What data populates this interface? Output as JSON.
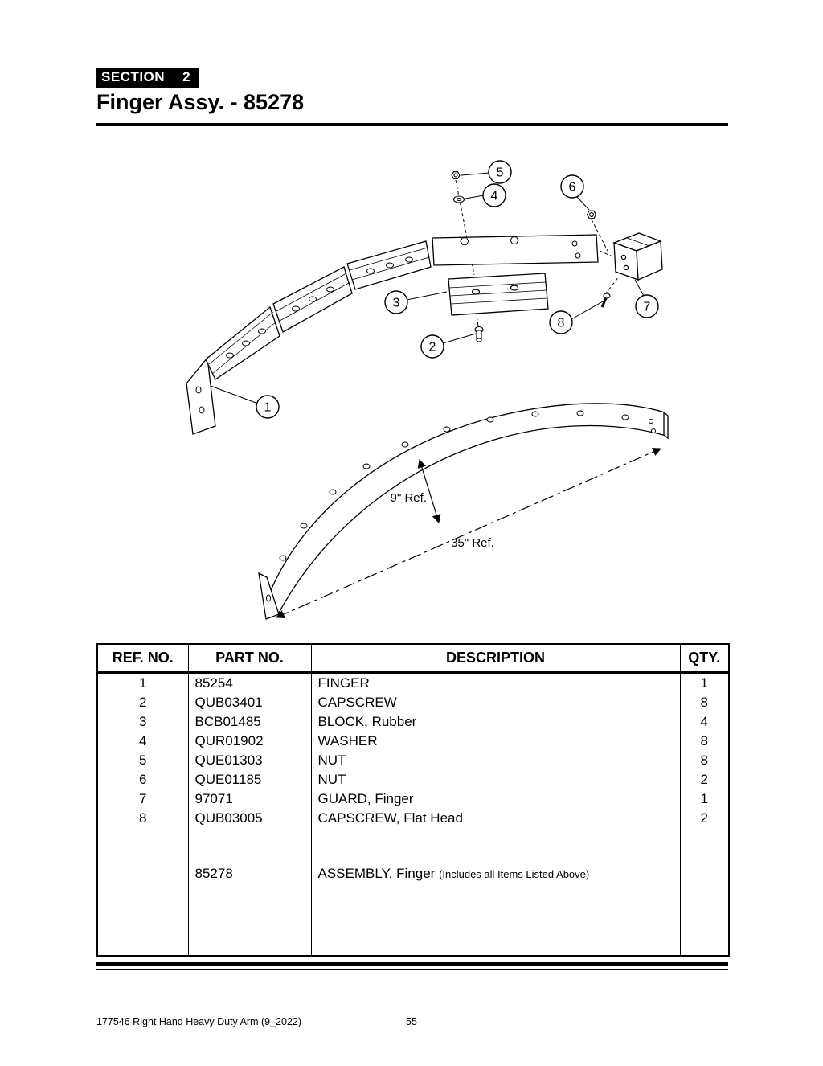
{
  "page": {
    "section_label": "SECTION",
    "section_number": "2",
    "title": "Finger Assy. - 85278",
    "footer_doc": "177546 Right Hand Heavy Duty Arm (9_2022)",
    "footer_page": "55"
  },
  "diagram": {
    "callouts": [
      "1",
      "2",
      "3",
      "4",
      "5",
      "6",
      "7",
      "8"
    ],
    "ref_small": "9\" Ref.",
    "ref_large": "35\" Ref."
  },
  "table": {
    "headers": [
      "REF. NO.",
      "PART NO.",
      "DESCRIPTION",
      "QTY."
    ],
    "rows": [
      {
        "ref": "1",
        "part": "85254",
        "desc": "FINGER",
        "qty": "1"
      },
      {
        "ref": "2",
        "part": "QUB03401",
        "desc": "CAPSCREW",
        "qty": "8"
      },
      {
        "ref": "3",
        "part": "BCB01485",
        "desc": "BLOCK, Rubber",
        "qty": "4"
      },
      {
        "ref": "4",
        "part": "QUR01902",
        "desc": "WASHER",
        "qty": "8"
      },
      {
        "ref": "5",
        "part": "QUE01303",
        "desc": "NUT",
        "qty": "8"
      },
      {
        "ref": "6",
        "part": "QUE01185",
        "desc": "NUT",
        "qty": "2"
      },
      {
        "ref": "7",
        "part": "97071",
        "desc": "GUARD, Finger",
        "qty": "1"
      },
      {
        "ref": "8",
        "part": "QUB03005",
        "desc": "CAPSCREW, Flat Head",
        "qty": "2"
      }
    ],
    "assembly": {
      "part": "85278",
      "desc_main": "ASSEMBLY, Finger",
      "desc_note": "(Includes all Items Listed Above)"
    }
  }
}
